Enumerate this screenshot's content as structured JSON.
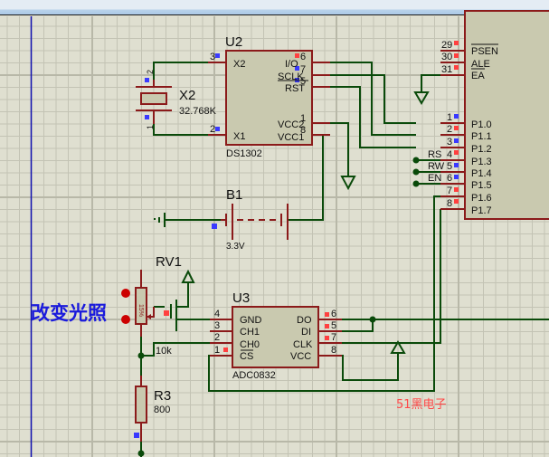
{
  "window": {
    "title_bar": ""
  },
  "colors": {
    "wire": "#0a4a0a",
    "pin": "#8b1a1a",
    "body": "#c9c9af",
    "pin_red": "#ff4040",
    "pin_blue": "#3a3aff",
    "annotation": "#1a1adc",
    "watermark": "#ff4848"
  },
  "components": {
    "u2": {
      "ref": "U2",
      "part": "DS1302",
      "pins_left": [
        {
          "num": "3",
          "name": "X2"
        },
        {
          "num": "2",
          "name": "X1"
        }
      ],
      "pins_right": [
        {
          "num": "6",
          "name": "I/O"
        },
        {
          "num": "7",
          "name": "SCLK"
        },
        {
          "num": "5",
          "name": "RST"
        },
        {
          "num": "1",
          "name": "VCC2"
        },
        {
          "num": "8",
          "name": "VCC1"
        }
      ]
    },
    "x2": {
      "ref": "X2",
      "value": "32.768K",
      "pin_top": "2",
      "pin_bottom": "1"
    },
    "b1": {
      "ref": "B1",
      "value": "3.3V"
    },
    "rv1": {
      "ref": "RV1",
      "value": "10k",
      "wiper": "15%"
    },
    "r3": {
      "ref": "R3",
      "value": "800"
    },
    "u3": {
      "ref": "U3",
      "part": "ADC0832",
      "pins_left": [
        {
          "num": "4",
          "name": "GND"
        },
        {
          "num": "3",
          "name": "CH1"
        },
        {
          "num": "2",
          "name": "CH0"
        },
        {
          "num": "1",
          "name": "CS"
        }
      ],
      "pins_right": [
        {
          "num": "6",
          "name": "DO"
        },
        {
          "num": "5",
          "name": "DI"
        },
        {
          "num": "7",
          "name": "CLK"
        },
        {
          "num": "8",
          "name": "VCC"
        }
      ]
    },
    "mcu": {
      "pins_top": [
        {
          "num": "29",
          "name": "PSEN"
        },
        {
          "num": "30",
          "name": "ALE"
        },
        {
          "num": "31",
          "name": "EA"
        }
      ],
      "pins_p1": [
        {
          "num": "1",
          "name": "P1.0",
          "net": ""
        },
        {
          "num": "2",
          "name": "P1.1",
          "net": ""
        },
        {
          "num": "3",
          "name": "P1.2",
          "net": ""
        },
        {
          "num": "4",
          "name": "P1.3",
          "net": "RS"
        },
        {
          "num": "5",
          "name": "P1.4",
          "net": "RW"
        },
        {
          "num": "6",
          "name": "P1.5",
          "net": "EN"
        },
        {
          "num": "7",
          "name": "P1.6",
          "net": ""
        },
        {
          "num": "8",
          "name": "P1.7",
          "net": ""
        }
      ]
    }
  },
  "annotations": {
    "light_control": "改变光照",
    "watermark": "51黑电子"
  }
}
